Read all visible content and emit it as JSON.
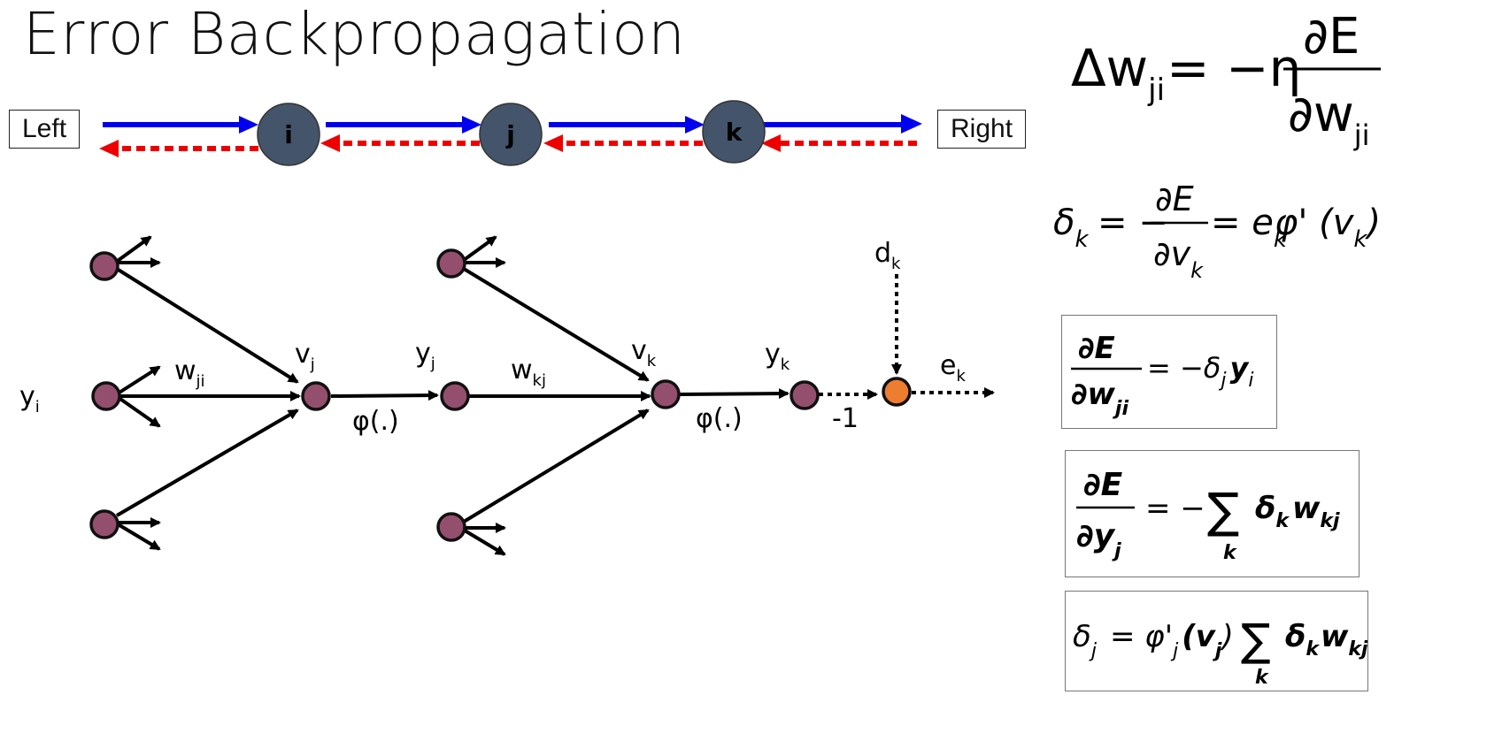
{
  "title": "Error Backpropagation",
  "top_chain": {
    "left_label": "Left",
    "right_label": "Right",
    "nodes": [
      "i",
      "j",
      "k"
    ]
  },
  "network": {
    "input_label": "y",
    "input_sub": "i",
    "w_ji": "w",
    "w_ji_sub": "ji",
    "v_j": "v",
    "v_j_sub": "j",
    "y_j": "y",
    "y_j_sub": "j",
    "w_kj": "w",
    "w_kj_sub": "kj",
    "v_k": "v",
    "v_k_sub": "k",
    "y_k": "y",
    "y_k_sub": "k",
    "phi1": "φ(.)",
    "phi2": "φ(.)",
    "d_k": "d",
    "d_k_sub": "k",
    "e_k": "e",
    "e_k_sub": "k",
    "minus_one": "-1"
  },
  "colors": {
    "forward_arrow": "#0000ee",
    "backward_arrow": "#ee0000",
    "chain_node": "#44546a",
    "neuron": "#944f6e",
    "error_node": "#ed7d31"
  },
  "formulas": {
    "delta_w": {
      "lhs": "Δw",
      "lhs_sub": "ji",
      "eq": "= −η",
      "num": "∂E",
      "den": "∂w",
      "den_sub": "ji"
    },
    "delta_k": {
      "lhs": "δ",
      "lhs_sub": "k",
      "eq": "= −",
      "num": "∂E",
      "den": "∂v",
      "den_sub": "k",
      "rhs": "= e",
      "rhs_sub": "k",
      "rhs2": "φ' (v",
      "rhs2_sub": "k",
      "rhs2_end": ")"
    },
    "grad_w": {
      "num": "∂E",
      "den": "∂w",
      "den_sub": "ji",
      "eq": "= −δ",
      "eq_sub": "j",
      "y": "y",
      "y_sub": "i"
    },
    "grad_y": {
      "num": "∂E",
      "den": "∂y",
      "den_sub": "j",
      "eq": "= −",
      "sum": "∑",
      "sum_sub": "k",
      "term": "δ",
      "term_sub": "k",
      "w": "w",
      "w_sub": "kj"
    },
    "delta_j": {
      "lhs": "δ",
      "lhs_sub": "j",
      "eq": "= φ'",
      "phi_sub": "j",
      "arg": "(v",
      "arg_sub": "j",
      "arg_end": ")",
      "sum": "∑",
      "sum_sub": "k",
      "term": "δ",
      "term_sub": "k",
      "w": "w",
      "w_sub": "kj"
    }
  }
}
